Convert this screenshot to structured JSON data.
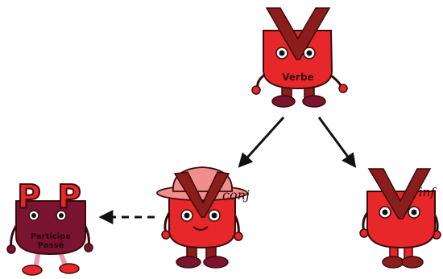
{
  "characters": {
    "verbe": {
      "label": "Verbe"
    },
    "conj": {
      "tag": "conj"
    },
    "inf": {
      "tag": "inf"
    },
    "participe": {
      "letters": "PP",
      "label_line1": "Participe",
      "label_line2": "Passé"
    }
  },
  "colors": {
    "body_red": "#e8272a",
    "dark_red": "#8c1d1d",
    "maroon": "#7a1430",
    "pink_hat": "#f08d8d",
    "outline": "#3a0a0a",
    "arrow": "#111111"
  }
}
